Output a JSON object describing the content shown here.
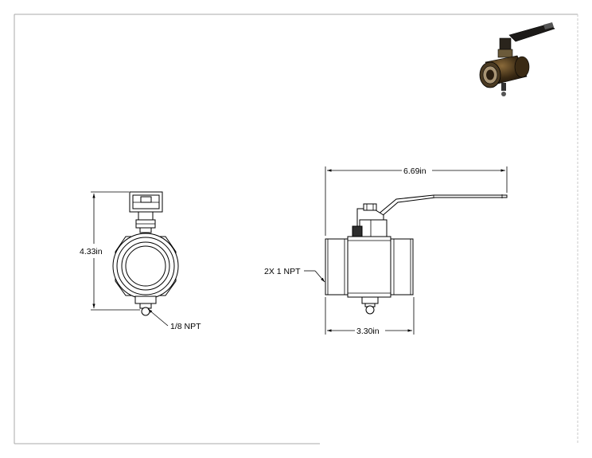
{
  "dimensions": {
    "side_height": "4.33in",
    "port_note": "1/8 NPT",
    "overall_length": "6.69in",
    "body_length": "3.30in",
    "thread_note": "2X 1 NPT"
  }
}
